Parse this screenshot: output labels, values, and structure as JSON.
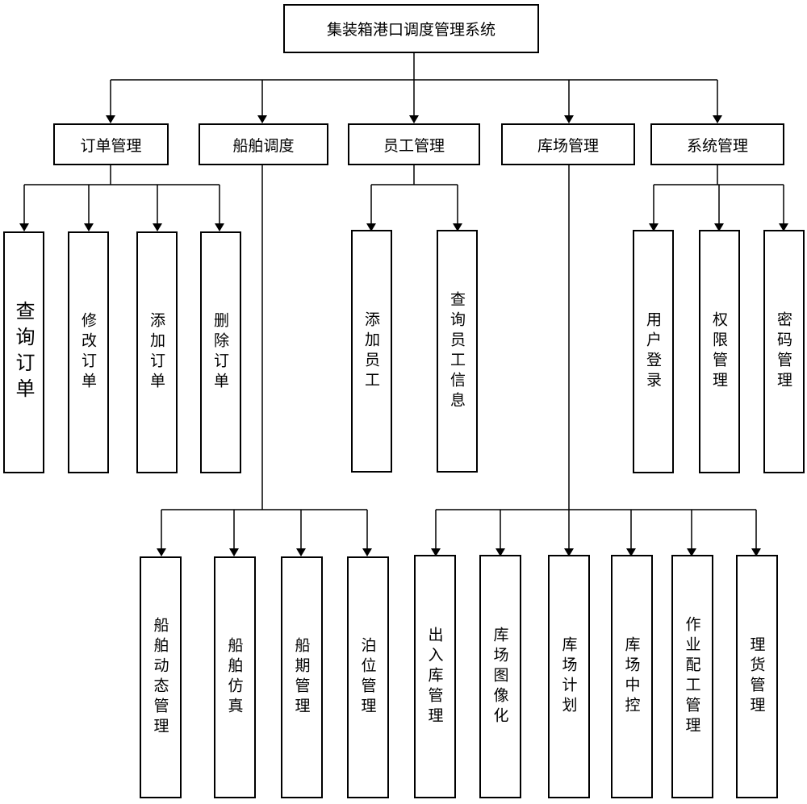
{
  "root": "集装箱港口调度管理系统",
  "modules": {
    "order": "订单管理",
    "ship": "船舶调度",
    "staff": "员工管理",
    "yard": "库场管理",
    "system": "系统管理"
  },
  "order_items": [
    "查询订单",
    "修改订单",
    "添加订单",
    "删除订单"
  ],
  "staff_items": [
    "添加员工",
    "查询员工信息"
  ],
  "system_items": [
    "用户登录",
    "权限管理",
    "密码管理"
  ],
  "ship_items": [
    "船舶动态管理",
    "船舶仿真",
    "船期管理",
    "泊位管理"
  ],
  "yard_items": [
    "出入库管理",
    "库场图像化",
    "库场计划",
    "库场中控",
    "作业配工管理",
    "理货管理"
  ]
}
